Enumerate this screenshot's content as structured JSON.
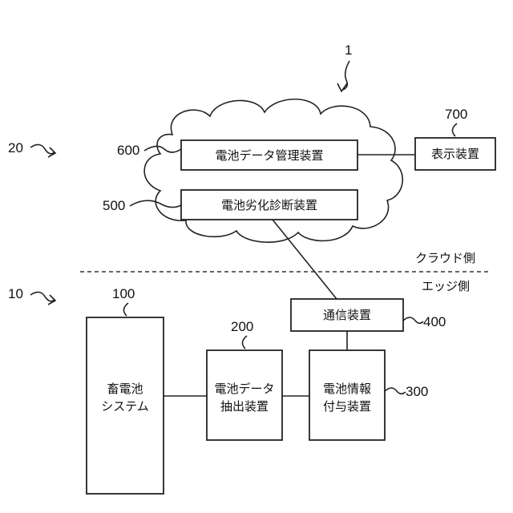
{
  "refs": {
    "system": "1",
    "cloud": "20",
    "edge": "10",
    "mgmt": "600",
    "diag": "500",
    "display": "700",
    "battery": "100",
    "extract": "200",
    "info": "300",
    "comm": "400"
  },
  "regions": {
    "cloud_side": "クラウド側",
    "edge_side": "エッジ側"
  },
  "boxes": {
    "mgmt": "電池データ管理装置",
    "diag": "電池劣化診断装置",
    "display": "表示装置",
    "comm": "通信装置",
    "battery_l1": "畜電池",
    "battery_l2": "システム",
    "extract_l1": "電池データ",
    "extract_l2": "抽出装置",
    "info_l1": "電池情報",
    "info_l2": "付与装置"
  }
}
